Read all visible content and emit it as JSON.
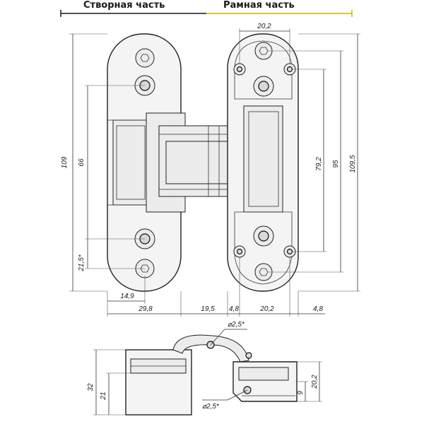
{
  "headers": {
    "left": "Створная часть",
    "right": "Рамная часть",
    "left_line_color": "#1a1a1a",
    "right_line_color": "#d4b200"
  },
  "dims": {
    "d_109": "109",
    "d_66": "66",
    "d_21_5": "21,5*",
    "d_14_9": "14,9",
    "d_29_8": "29,8",
    "d_19_5": "19,5",
    "d_4_8_left": "4,8",
    "d_20_2_bottom": "20,2",
    "d_4_8_right": "4,8",
    "d_20_2_top": "20,2",
    "d_79_2": "79,2",
    "d_95": "95",
    "d_109_5": "109,5",
    "d_dia_top": "⌀2,5*",
    "d_32": "32",
    "d_21": "21",
    "d_dia_bottom": "⌀2,5*",
    "d_9": "9",
    "d_20_2_side": "20,2"
  }
}
